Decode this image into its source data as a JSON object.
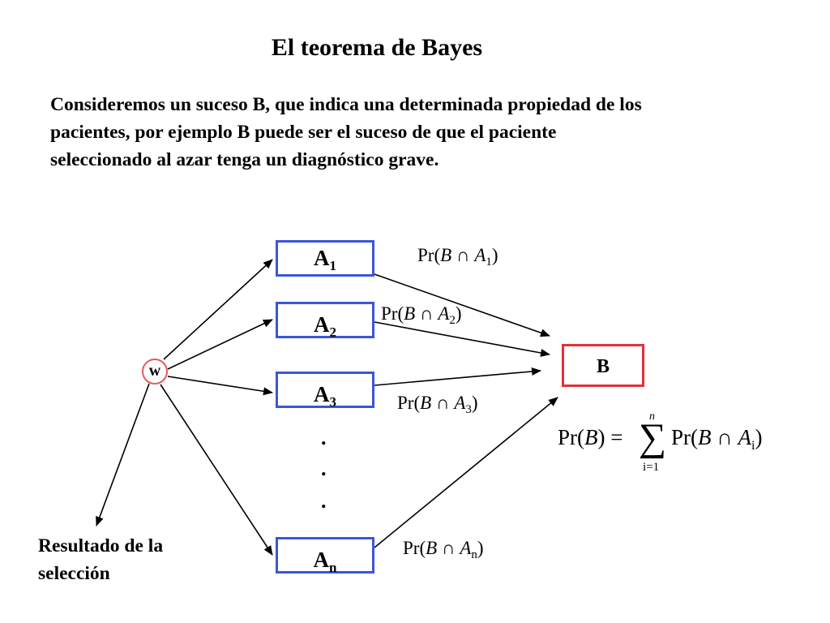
{
  "slide": {
    "title": "El teorema de Bayes",
    "intro_lines": [
      "Consideremos un suceso B, que indica una determinada propiedad de los",
      "pacientes, por ejemplo B puede ser el suceso de que el paciente",
      "seleccionado al azar tenga un diagnóstico grave."
    ]
  },
  "diagram": {
    "root_node": "w",
    "boxes": [
      {
        "letter": "A",
        "index": "1"
      },
      {
        "letter": "A",
        "index": "2"
      },
      {
        "letter": "A",
        "index": "3"
      },
      {
        "letter": "A",
        "index": "n"
      }
    ],
    "ellipsis": [
      ".",
      ".",
      "."
    ],
    "target": "B",
    "result_label": [
      "Resultado de la",
      "selección"
    ],
    "edge_labels": [
      {
        "prefix": "Pr(",
        "event": "B",
        "op": " ∩ ",
        "set": "A",
        "index": "1",
        "suffix": ")"
      },
      {
        "prefix": "Pr(",
        "event": "B",
        "op": " ∩ ",
        "set": "A",
        "index": "2",
        "suffix": ")"
      },
      {
        "prefix": "Pr(",
        "event": "B",
        "op": " ∩ ",
        "set": "A",
        "index": "3",
        "suffix": ")"
      },
      {
        "prefix": "Pr(",
        "event": "B",
        "op": " ∩ ",
        "set": "A",
        "index": "n",
        "suffix": ")"
      }
    ],
    "formula": {
      "lhs_prefix": "Pr(",
      "lhs_event": "B",
      "lhs_suffix": ") = ",
      "sum_symbol": "∑",
      "sum_upper": "n",
      "sum_lower": "i=1",
      "rhs_prefix": "Pr(",
      "rhs_event": "B",
      "rhs_op": " ∩ ",
      "rhs_set": "A",
      "rhs_index": "i",
      "rhs_suffix": ")"
    },
    "colors": {
      "box_border": "#3a56d9",
      "target_border": "#e0323a",
      "node_border": "#e35b5b",
      "arrow": "#000000"
    }
  }
}
